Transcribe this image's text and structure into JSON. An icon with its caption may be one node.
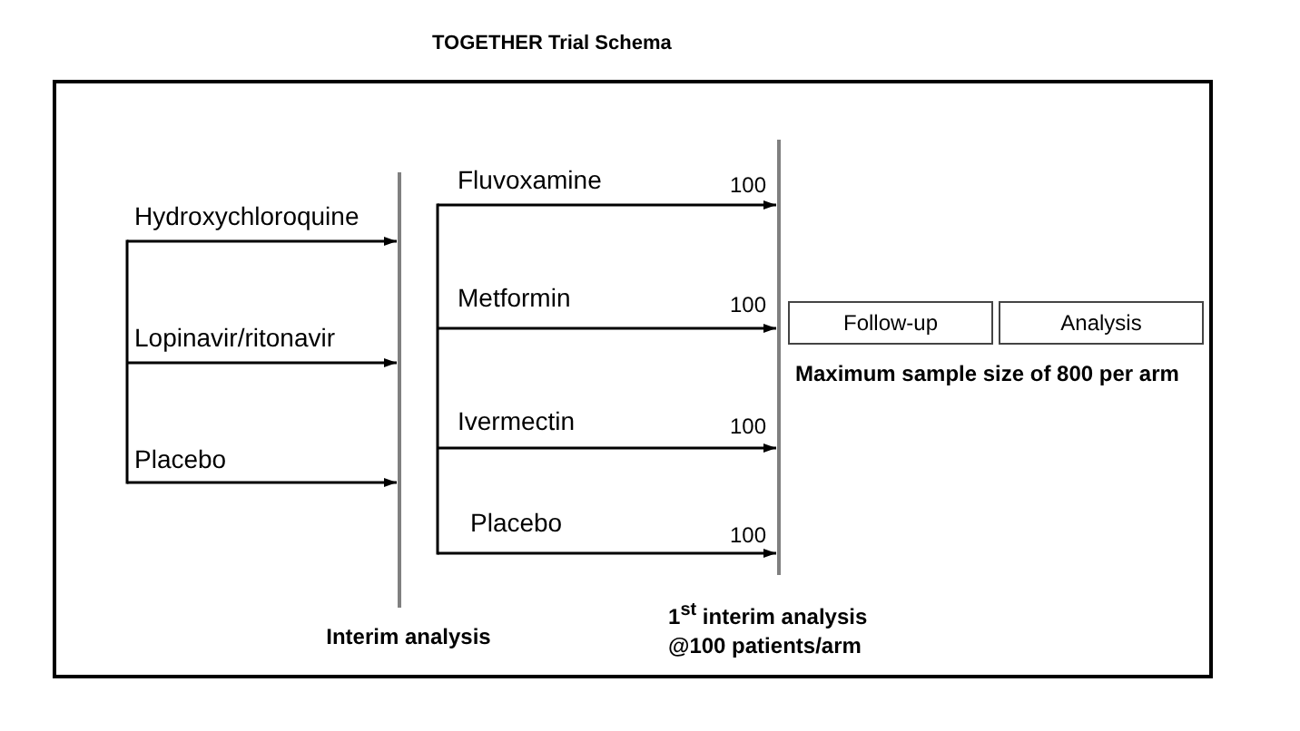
{
  "diagram": {
    "title": "TOGETHER Trial Schema",
    "nodes": [
      {
        "text": [],
        "shape": "bar",
        "beside": [
          "Interim analysis"
        ]
      },
      {
        "text": [],
        "shape": "bar",
        "beside": [
          "1$^{st}$ interim analysis @100 patients/arm"
        ]
      },
      {
        "text": [
          "Follow-up"
        ]
      },
      {
        "text": [
          "Analysis"
        ]
      }
    ],
    "edges": [
      {
        "from": null,
        "to": 0,
        "arrow": "to",
        "label": "Hydroxychloroquine"
      },
      {
        "from": null,
        "to": 0,
        "arrow": "to",
        "label": "Lopinavir/ritonavir"
      },
      {
        "from": null,
        "to": 0,
        "arrow": "to",
        "label": "Placebo"
      },
      {
        "from": null,
        "to": 1,
        "arrow": "to",
        "label": "Fluvoxamine"
      },
      {
        "from": null,
        "to": 1,
        "arrow": "to",
        "label": "Metformin"
      },
      {
        "from": null,
        "to": 1,
        "arrow": "to",
        "label": "Ivermectin"
      },
      {
        "from": null,
        "to": 1,
        "arrow": "to",
        "label": "Placebo"
      }
    ],
    "labels": [
      "100",
      "100",
      "100",
      "100",
      "Maximum sample size of 800 per arm"
    ]
  }
}
